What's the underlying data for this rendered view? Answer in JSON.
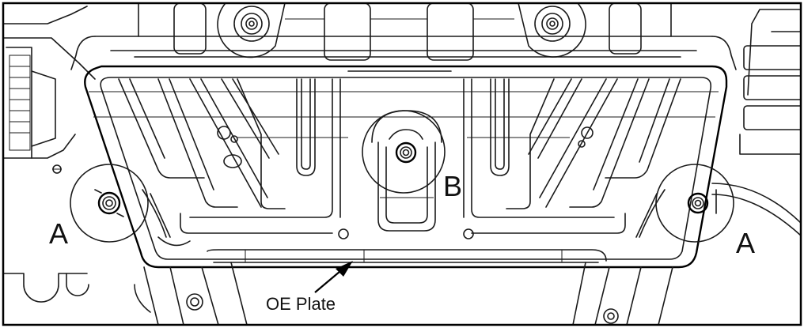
{
  "diagram": {
    "labels": {
      "a_left": "A",
      "a_right": "A",
      "b": "B",
      "plate": "OE Plate"
    }
  }
}
